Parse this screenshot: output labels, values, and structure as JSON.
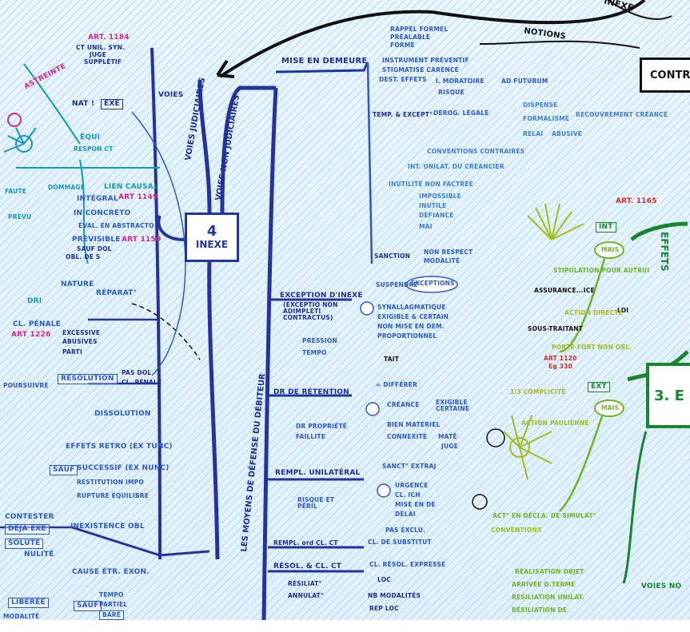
{
  "hub": {
    "number": "4",
    "title": "INEXE"
  },
  "contract_box": "CONTR",
  "effects_box": "3. E",
  "notions_label": "NOTIONS",
  "inexe_label": "INEXE",
  "effets_label": "EFFETS",
  "voies_judiciaires": "VOIES JUDICIAIRES",
  "voies_non_judiciaires": "VOIES NON JUDICIAIRES",
  "moyens_defense": "LES MOYENS DE DÉFENSE DU DÉBITEUR",
  "left": {
    "art1184": "ART. 1184",
    "ct_onil": "CT UNIL. SYN.",
    "juge": "JUGE",
    "suppletif": "SUPPLÉTIF",
    "astreinte": "ASTREINTE",
    "nat": "NAT !",
    "exe": "EXÉ",
    "voies": "VOIES",
    "equi": "ÉQUI",
    "respon_ct": "RESPON CT",
    "faute": "FAUTE",
    "dommage": "DOMMAGE",
    "lien_causal": "LIEN CAUSAL",
    "integral": "INTÉGRAL",
    "art1149": "ART 1149",
    "in_concreto": "IN CONCRETO",
    "eval_abstract": "ÉVAL. EN ABSTRACTO",
    "prevu": "PRÉVU",
    "previsible": "PRÉVISIBLE",
    "art1150": "ART 1150",
    "sauf_dol": "SAUF DOL",
    "obl_de_s": "OBL. DE S",
    "nature": "NATURE",
    "reparat": "RÉPARAT°",
    "dri": "DRI",
    "cl_penale": "CL. PÉNALE",
    "art1226": "ART 1226",
    "excessive": "EXCESSIVE",
    "abusives": "ABUSIVES",
    "parti": "PARTI",
    "resolution": "RÉSOLUTION",
    "poursuivre": "POURSUIVRE",
    "pas_dol": "PAS DOL",
    "cl_penale2": "CL. PÉNALE",
    "dissolution": "DISSOLUTION",
    "effets_retro": "EFFETS RETRO (EX TUNC)",
    "sauf": "SAUF",
    "successif": "SUCCESSIF (EX NUNC)",
    "restitution": "RESTITUTION IMPO",
    "rupture": "RUPTURE ÉQUILIBRE",
    "contester": "CONTESTER",
    "deja_exe": "DÉJÀ EXÉ",
    "solute": "SOLUTE",
    "nulite": "NULITÉ",
    "inexistence": "INEXISTENCE OBL",
    "cause_etr": "CAUSE ÉTR. EXON.",
    "libere": "LIBÉRÉE",
    "modalite": "MODALITÉ",
    "tempo": "TEMPO",
    "partiel": "PARTIEL",
    "bare": "BARE"
  },
  "mid": {
    "mise_en_demeure": "MISE EN DEMEURE",
    "rappel_formel": "RAPPEL FORMEL",
    "prealable": "PRÉALABLE",
    "forme": "FORME",
    "instrument": "INSTRUMENT PRÉVENTIF",
    "stigmatise": "STIGMATISE CARENCE",
    "dest_effets": "DEST. EFFETS",
    "i_moratoire": "I. MORATOIRE",
    "risque": "RISQUE",
    "ad_futurum": "AD FUTURUM",
    "temp_except": "TEMP. & EXCEPT°",
    "derog_legale": "DÉROG. LÉGALE",
    "dispense": "DISPENSE",
    "formalisme": "FORMALISME",
    "recouvrement": "RECOUVREMENT CRÉANCE",
    "relai": "RELAI",
    "abusive": "ABUSIVE",
    "conventions": "CONVENTIONS CONTRAIRES",
    "int_unilat": "INT. UNILAT. DU CRÉANCIER",
    "inutilite": "INUTILITÉ NON FACTRÉE",
    "impossible": "IMPOSSIBLE",
    "inutile": "INUTILE",
    "defiance": "DÉFIANCE",
    "mai": "MAI",
    "sanction": "SANCTION",
    "non_respect": "NON RESPECT",
    "nodalite": "MODALITÉ",
    "exception_inexe": "EXCEPTION D'INEXE",
    "exceptio": "(EXCEPTIO NON ADIMPLETI CONTRACTUS)",
    "suspendre": "SUSPENDRE",
    "exceptions": "EXCEPTIONS",
    "synallagmatique": "SYNALLAGMATIQUE",
    "exigible": "EXIGIBLE & CERTAIN",
    "non_mise": "NON MISE EN DEM.",
    "proportionnel": "PROPORTIONNEL",
    "pression": "PRESSION",
    "tempo": "TEMPO",
    "tait": "TAIT",
    "dr_retention": "DR DE RÉTENTION",
    "differer": "= DIFFÉRER",
    "creance": "CRÉANCE",
    "exigible2": "EXIGIBLE CERTAINE",
    "bien_materiel": "BIEN MATÉRIEL",
    "connexite": "CONNEXITÉ",
    "mate": "MATÉ",
    "juge": "JUGE",
    "dr_propriet": "DR PROPRIÉTÉ",
    "faillite": "FAILLITE",
    "rempl_unilateral": "REMPL. UNILATÉRAL",
    "sanct_extraj": "SANCT° EXTRAJ",
    "urgence": "URGENCE",
    "cl_ich": "CL. ICH",
    "mise_en_de": "MISE EN DE",
    "delai": "DÉLAI",
    "risque_et_peril": "RISQUE ET PÉRIL",
    "pas_exclu": "PAS EXCLU.",
    "rempl_ord": "REMPL. ord CL. CT",
    "cl_de_subst": "CL. DE SUBSTITUT",
    "resol_cl_ct": "RÉSOL. & CL. CT",
    "cl_resol_expresse": "CL. RÉSOL. EXPRESSE",
    "resiliat": "RÉSILIAT°",
    "annulat": "ANNULAT°",
    "loc": "LOC",
    "ne_modalites": "NB MODALITÉS",
    "rep_loc": "REP LOC"
  },
  "right": {
    "art1165": "ART. 1165",
    "int": "INT",
    "mais": "MAIS",
    "stipulation": "STIPULATION POUR AUTRUI",
    "assurance": "ASSURANCE...ICE",
    "loi": "LOI",
    "action_directe": "ACTION DIRECTE",
    "sous_traitant": "SOUS-TRAITANT",
    "porte_fort": "PORTE-FORT NON OBL.",
    "art1120": "ART 1120",
    "eg_330": "Eg 330",
    "complicite": "1/3 COMPLICITÉ",
    "ext": "EXT",
    "mais2": "MAIS",
    "action_paulienne": "ACTION PAULIENNE",
    "acte_simule": "ACT° EN DÉCLA. DE SIMULAT°",
    "conventions_gnt": "CONVENTIONS",
    "realisation_objet": "RÉALISATION OBJET",
    "arrivee_terme": "ARRIVÉE D.TERME",
    "resiliation_unilat": "RÉSILIATION UNILAT.",
    "resiliation_de": "RÉSILIATION DE",
    "voies_no": "VOIES NO"
  },
  "colors": {
    "dark_blue": "#1d2e96",
    "medium_blue": "#2a59c9",
    "cyan": "#1499b8",
    "pink": "#d1288c",
    "green": "#17872f",
    "light_green": "#6bb526",
    "yellow_green": "#9fbe1c",
    "black": "#111111"
  }
}
